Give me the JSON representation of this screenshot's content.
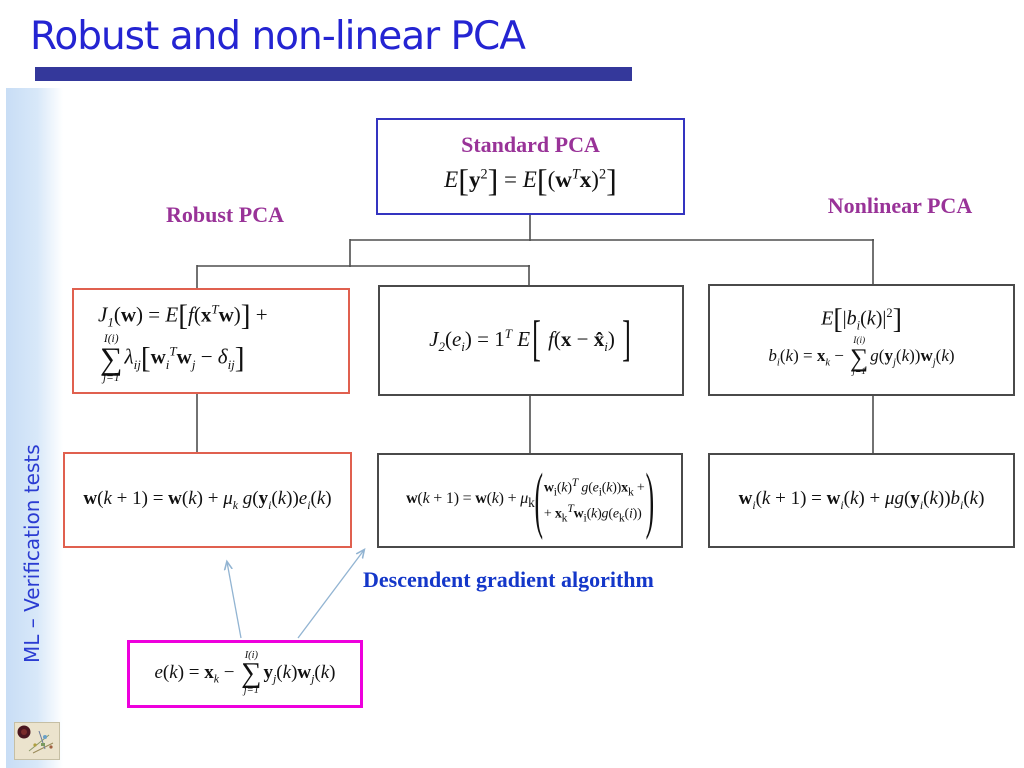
{
  "slide": {
    "title": "Robust and non-linear PCA",
    "sidebar_text": "ML – Verification tests"
  },
  "labels": {
    "standard_pca": "Standard PCA",
    "robust_pca": "Robust PCA",
    "nonlinear_pca": "Nonlinear PCA",
    "descendent": "Descendent gradient algorithm"
  },
  "formulas": {
    "standard": "<i>E</i><span class='bb'>[</span><b>y</b><sup>2</sup><span class='bb'>]</span> = <i>E</i><span class='bb'>[</span>(<b>w</b><sup><i>T</i></sup><b>x</b>)<sup>2</sup><span class='bb'>]</span>",
    "j1_line1": "<i>J</i><sub>1</sub>(<b>w</b>) = <i>E</i><span class='bb'>[</span><i>f</i>(<b>x</b><sup><i>T</i></sup><b>w</b>)<span class='bb'>]</span> +",
    "j1_line2": "<span class='sum'><span class='lim'>I(i)</span><span class='sig'>&#8721;</span><span class='lim'>j=1</span></span><i>&#955;</i><sub>ij</sub><span class='bb'>[</span><b>w</b><sub>i</sub><sup><i>T</i></sup><b>w</b><sub>j</sub> &#8722; <i>&#948;</i><sub>ij</sub><span class='bb'>]</span>",
    "j2": "<i>J</i><sub>2</sub>(<i>e</i><sub>i</sub>) = 1<sup><i>T</i></sup> <i>E</i><span class='bb2'>[</span> <i>f</i>(<b>x</b> &#8722; <b>x&#770;</b><sub>i</sub>) <span class='bb2'>]</span>",
    "nl_line1": "<i>E</i><span class='bb'>[</span>|<i>b</i><sub>i</sub>(<i>k</i>)|<sup>2</sup><span class='bb'>]</span>",
    "nl_line2": "<i>b</i><sub>i</sub>(<i>k</i>) = <b>x</b><sub>k</sub> &#8722; <span class='sum'><span class='lim'>I(i)</span><span class='sig'>&#8721;</span><span class='lim'>j=1</span></span><i>g</i>(<b>y</b><sub>j</sub>(<i>k</i>))<b>w</b><sub>j</sub>(<i>k</i>)",
    "update_robust": "<b>w</b>(<i>k</i> + 1) = <b>w</b>(<i>k</i>) + <i>&#956;</i><sub>k</sub> <i>g</i>(<b>y</b><sub>i</sub>(<i>k</i>))<i>e</i><sub>i</sub>(<i>k</i>)",
    "update_mid_head": "<b>w</b>(<i>k</i> + 1) = <b>w</b>(<i>k</i>) + <i>&#956;</i><sub>k</sub>",
    "update_mid_row1": "<b>w</b><sub>i</sub>(<i>k</i>)<sup><i>T</i></sup> <i>g</i>(<i>e</i><sub>i</sub>(<i>k</i>))<b>x</b><sub>k</sub> +",
    "update_mid_row2": "+ <b>x</b><sub>k</sub><sup><i>T</i></sup><b>w</b><sub>i</sub>(<i>k</i>)<i>g</i>(<i>e</i><sub>k</sub>(<i>i</i>))",
    "update_nonlinear": "<b>w</b><sub>i</sub>(<i>k</i> + 1) = <b>w</b><sub>i</sub>(<i>k</i>) + <i>&#956;g</i>(<b>y</b><sub>i</sub>(<i>k</i>))<i>b</i><sub>i</sub>(<i>k</i>)",
    "error": "<i>e</i>(<i>k</i>) = <b>x</b><sub>k</sub> &#8722; <span class='sum'><span class='lim'>I(i)</span><span class='sig'>&#8721;</span><span class='lim'>j=1</span></span><b>y</b><sub>j</sub>(<i>k</i>)<b>w</b><sub>j</sub>(<i>k</i>)"
  },
  "colors": {
    "title_blue": "#2424d2",
    "title_bar_navy": "#34389b",
    "label_purple": "#993398",
    "descendent_blue": "#1437c9",
    "box_border_red": "#e0604f",
    "box_border_gray": "#4a4a4a",
    "box_border_blue": "#3434c0",
    "box_border_magenta": "#ee00dd",
    "connector_gray": "#4f4f4f",
    "arrow_light_blue": "#92b4d2",
    "sidebar_strip_blue": "#c8ddf5",
    "formula_black": "#111111"
  }
}
